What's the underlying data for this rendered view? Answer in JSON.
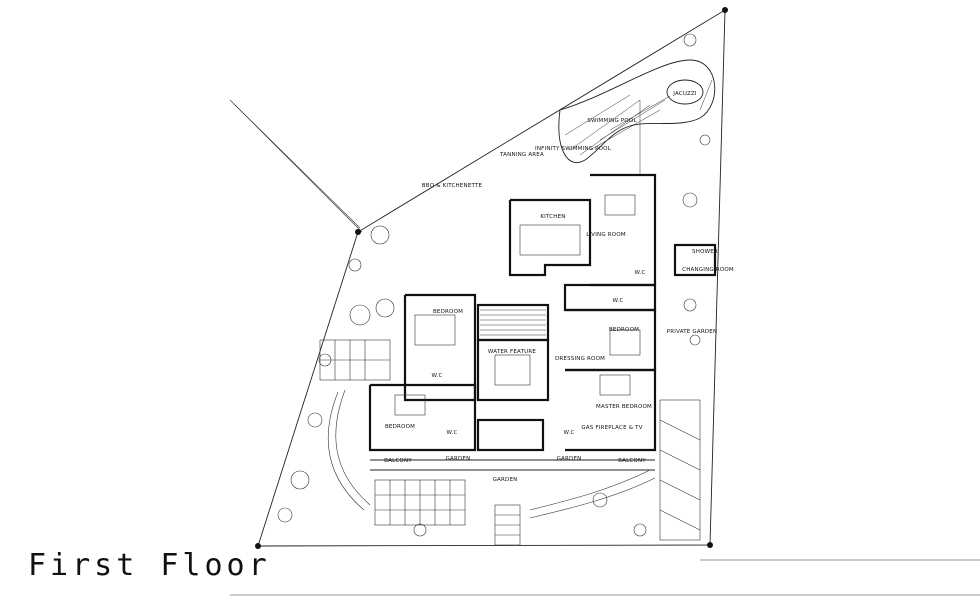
{
  "title": "First Floor",
  "labels": {
    "jacuzzi": "JACUZZI",
    "swimming_pool": "SWIMMING POOL",
    "infinity_pool": "INFINITY SWIMMING POOL",
    "tanning_area": "TANNING AREA",
    "bbq": "BBQ & KITCHENETTE",
    "kitchen": "KITCHEN",
    "living_room": "LIVING ROOM",
    "shower": "SHOWER",
    "changing_room": "CHANGING ROOM",
    "wc_living": "W.C",
    "wc_mid": "W.C",
    "bedroom_nw": "BEDROOM",
    "water_feature": "WATER FEATURE",
    "wc_nw": "W.C",
    "dressing_room": "DRESSING ROOM",
    "bedroom_ne": "BEDROOM",
    "private_garden": "PRIVATE GARDEN",
    "master_bedroom": "MASTER BEDROOM",
    "gas_fireplace": "GAS FIREPLACE & TV",
    "bedroom_sw": "BEDROOM",
    "wc_sw": "W.C",
    "wc_se": "W.C",
    "balcony_left": "BALCONY",
    "garden_left": "GARDEN",
    "garden_center": "GARDEN",
    "garden_right": "GARDEN",
    "balcony_right": "BALCONY"
  }
}
